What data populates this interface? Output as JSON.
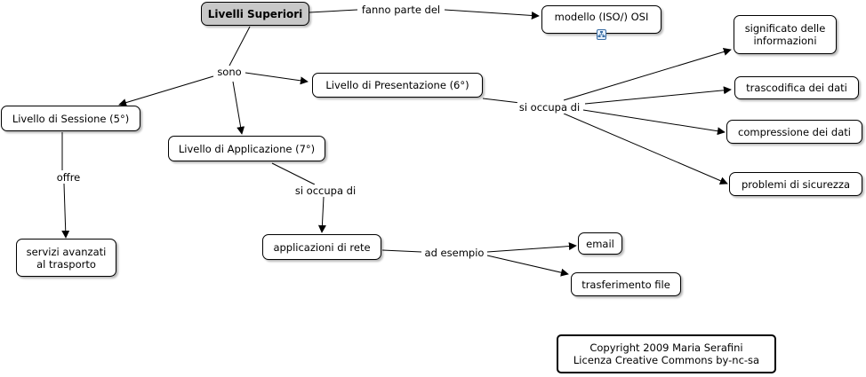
{
  "concepts": {
    "livelli_superiori": "Livelli Superiori",
    "modello_osi": "modello (ISO/) OSI",
    "sessione": "Livello di Sessione (5°)",
    "presentazione": "Livello di Presentazione (6°)",
    "applicazione": "Livello di Applicazione (7°)",
    "servizi": "servizi avanzati\nal trasporto",
    "applicazioni_rete": "applicazioni di rete",
    "significato": "significato delle\ninformazioni",
    "trascodifica": "trascodifica dei dati",
    "compressione": "compressione dei dati",
    "sicurezza": "problemi di sicurezza",
    "email": "email",
    "trasferimento": "trasferimento file",
    "copyright": "Copyright 2009 Maria Serafini\nLicenza Creative Commons by-nc-sa"
  },
  "linking_phrases": {
    "fanno_parte": "fanno parte del",
    "sono": "sono",
    "offre": "offre",
    "occupa_pres": "si occupa di",
    "occupa_app": "si occupa di",
    "ad_esempio": "ad esempio"
  },
  "icons": {
    "submap": "submap-link-icon"
  },
  "colors": {
    "root_fill": "#c8c8c8",
    "node_fill": "#ffffff",
    "line": "#000000",
    "icon": "#3a6ea5"
  }
}
